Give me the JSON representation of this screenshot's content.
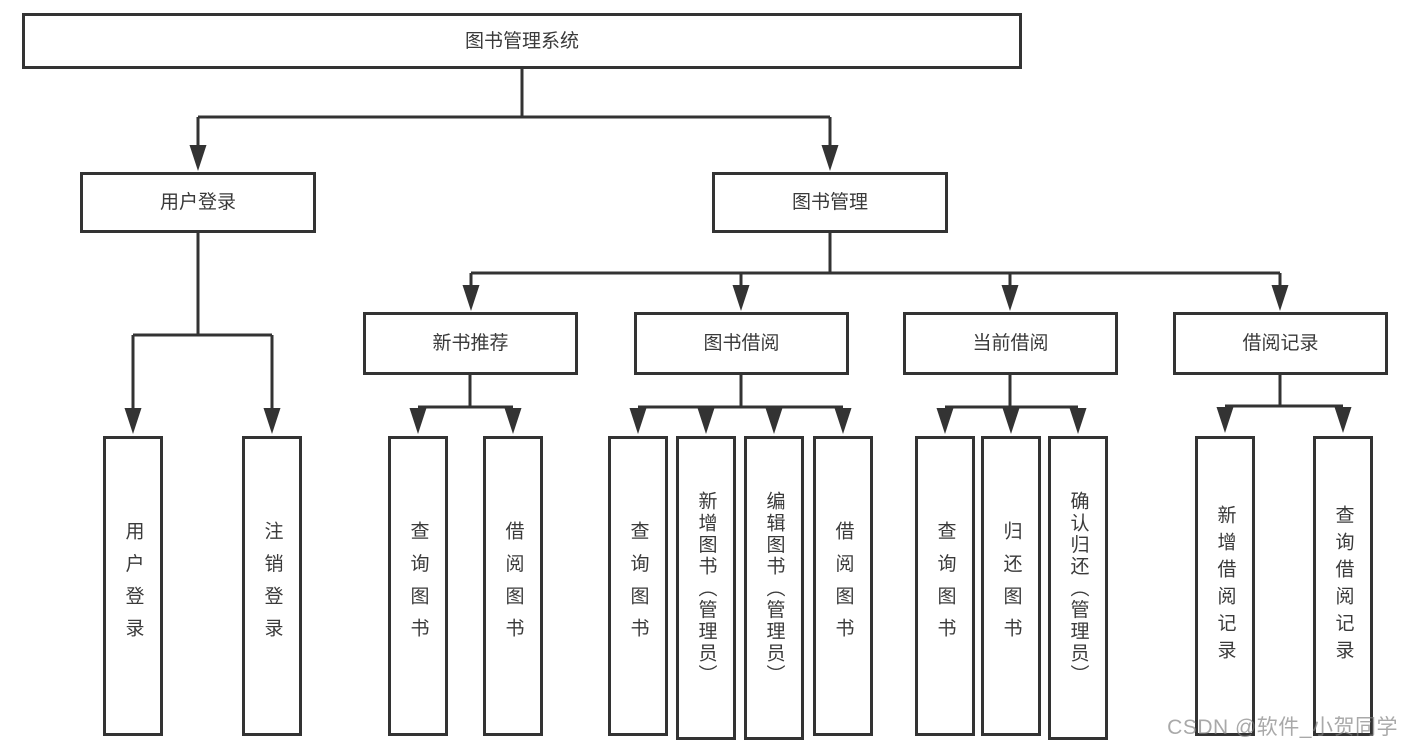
{
  "tree": {
    "label": "图书管理系统",
    "children": [
      {
        "label": "用户登录",
        "children": [
          {
            "label": "用户登录"
          },
          {
            "label": "注销登录"
          }
        ]
      },
      {
        "label": "图书管理",
        "children": [
          {
            "label": "新书推荐",
            "children": [
              {
                "label": "查询图书"
              },
              {
                "label": "借阅图书"
              }
            ]
          },
          {
            "label": "图书借阅",
            "children": [
              {
                "label": "查询图书"
              },
              {
                "label": "新增图书（管理员）"
              },
              {
                "label": "编辑图书（管理员）"
              },
              {
                "label": "借阅图书"
              }
            ]
          },
          {
            "label": "当前借阅",
            "children": [
              {
                "label": "查询图书"
              },
              {
                "label": "归还图书"
              },
              {
                "label": "确认归还（管理员）"
              }
            ]
          },
          {
            "label": "借阅记录",
            "children": [
              {
                "label": "新增借阅记录"
              },
              {
                "label": "查询借阅记录"
              }
            ]
          }
        ]
      }
    ]
  },
  "watermark": {
    "text": "CSDN @软件_小贺同学"
  },
  "colors": {
    "line": "#333333",
    "text": "#3a3a3a",
    "background": "#ffffff",
    "watermark": "#808080"
  }
}
